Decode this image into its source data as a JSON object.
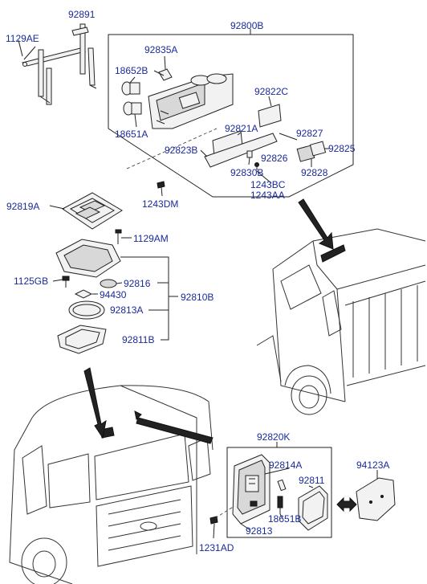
{
  "labels": {
    "l92891": "92891",
    "l1129AE": "1129AE",
    "l92800B": "92800B",
    "l92835A": "92835A",
    "l18652B": "18652B",
    "l92822C": "92822C",
    "l18651A": "18651A",
    "l92821A": "92821A",
    "l92823B": "92823B",
    "l92827": "92827",
    "l92825": "92825",
    "l92826": "92826",
    "l92830B": "92830B",
    "l92828": "92828",
    "l1243BC": "1243BC",
    "l1243AA": "1243AA",
    "l1243DM": "1243DM",
    "l92819A": "92819A",
    "l1129AM": "1129AM",
    "l1125GB": "1125GB",
    "l92816": "92816",
    "l94430": "94430",
    "l92810B": "92810B",
    "l92813A": "92813A",
    "l92811B": "92811B",
    "l92820K": "92820K",
    "l94123A": "94123A",
    "l92814A": "92814A",
    "l92811": "92811",
    "l18651B": "18651B",
    "l92813": "92813",
    "l1231AD": "1231AD"
  },
  "colors": {
    "label_text": "#1a2a9a",
    "line": "#222222",
    "background": "#ffffff"
  }
}
